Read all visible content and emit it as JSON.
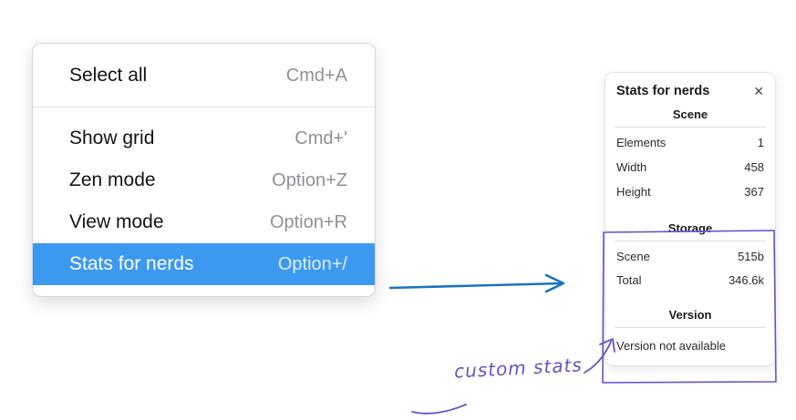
{
  "menu": {
    "items": [
      {
        "label": "Select all",
        "shortcut": "Cmd+A"
      },
      {
        "label": "Show grid",
        "shortcut": "Cmd+'"
      },
      {
        "label": "Zen mode",
        "shortcut": "Option+Z"
      },
      {
        "label": "View mode",
        "shortcut": "Option+R"
      },
      {
        "label": "Stats for nerds",
        "shortcut": "Option+/"
      }
    ]
  },
  "stats_panel": {
    "title": "Stats for nerds",
    "close_label": "✕",
    "sections": [
      {
        "heading": "Scene",
        "rows": [
          [
            "Elements",
            "1"
          ],
          [
            "Width",
            "458"
          ],
          [
            "Height",
            "367"
          ]
        ]
      },
      {
        "heading": "Storage",
        "rows": [
          [
            "Scene",
            "515b"
          ],
          [
            "Total",
            "346.6k"
          ]
        ]
      },
      {
        "heading": "Version",
        "note": "Version not available"
      }
    ]
  },
  "annotation": {
    "label": "custom stats"
  },
  "colors": {
    "selection_blue": "#3d99f0",
    "arrow_blue": "#1b72c0",
    "annotation_purple": "#6452c9"
  }
}
